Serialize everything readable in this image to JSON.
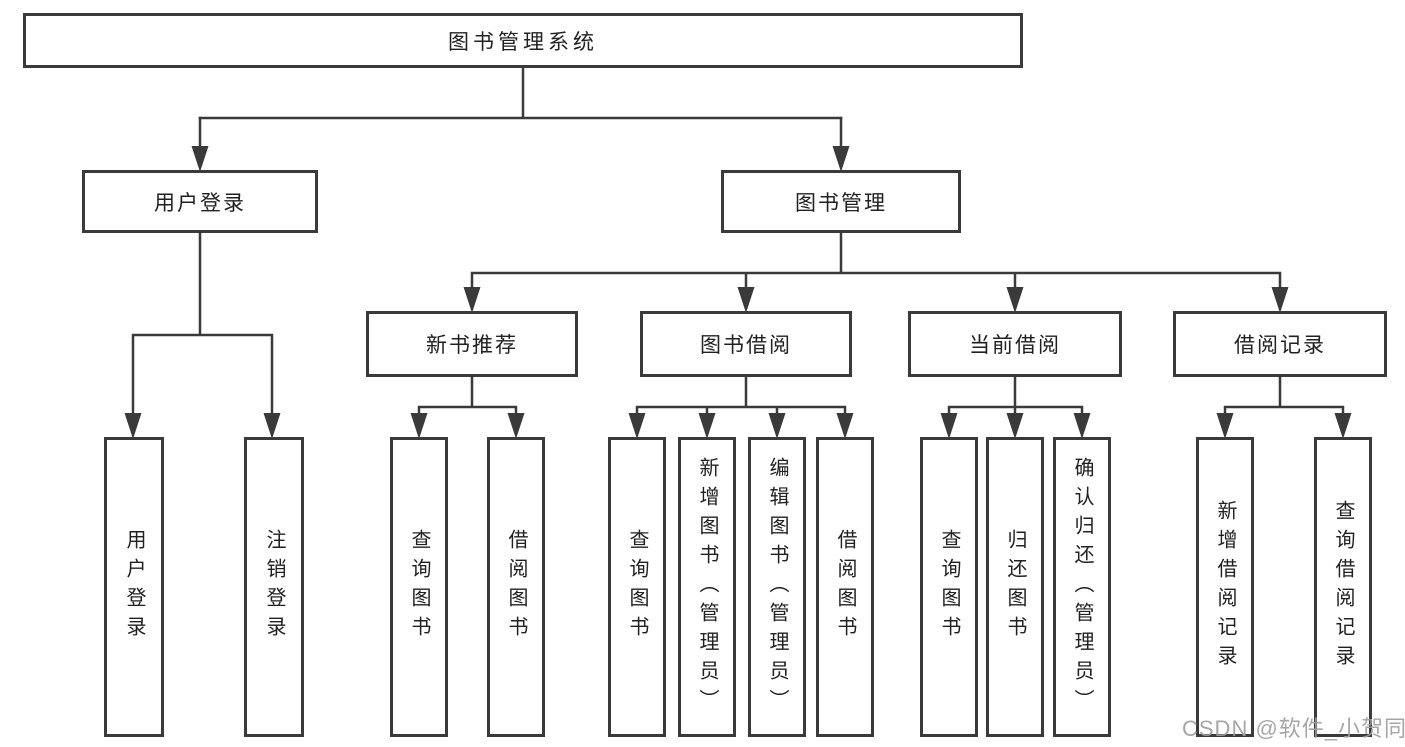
{
  "tree": {
    "root": {
      "label": "图书管理系统"
    },
    "branches": [
      {
        "label": "用户登录",
        "leaves": [
          {
            "label": "用户登录"
          },
          {
            "label": "注销登录"
          }
        ]
      },
      {
        "label": "图书管理",
        "groups": [
          {
            "label": "新书推荐",
            "leaves": [
              {
                "label": "查询图书"
              },
              {
                "label": "借阅图书"
              }
            ]
          },
          {
            "label": "图书借阅",
            "leaves": [
              {
                "label": "查询图书"
              },
              {
                "label": "新增图书（管理员）"
              },
              {
                "label": "编辑图书（管理员）"
              },
              {
                "label": "借阅图书"
              }
            ]
          },
          {
            "label": "当前借阅",
            "leaves": [
              {
                "label": "查询图书"
              },
              {
                "label": "归还图书"
              },
              {
                "label": "确认归还（管理员）"
              }
            ]
          },
          {
            "label": "借阅记录",
            "leaves": [
              {
                "label": "新增借阅记录"
              },
              {
                "label": "查询借阅记录"
              }
            ]
          }
        ]
      }
    ]
  },
  "watermark": "CSDN @软件_小贺同学",
  "colors": {
    "line": "#3a3a3a",
    "text": "#212121",
    "background": "#ffffff",
    "watermark": "#9e9e9e"
  }
}
